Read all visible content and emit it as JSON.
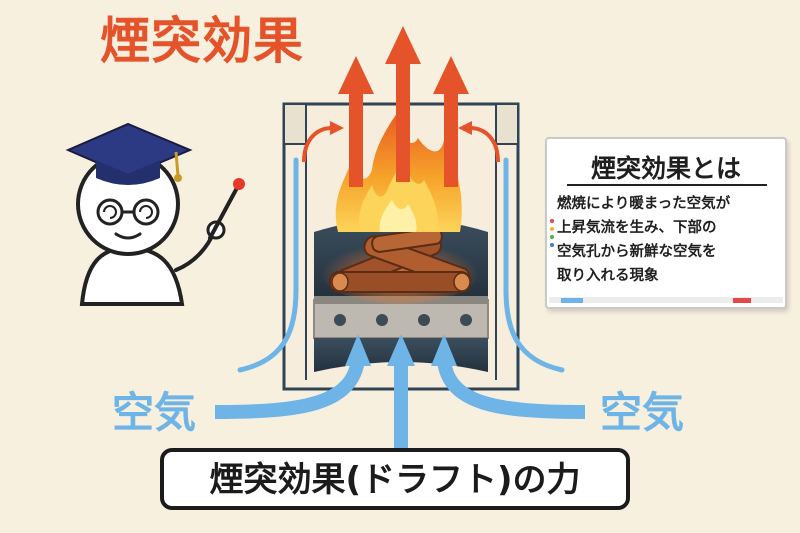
{
  "title": "煙突効果",
  "air_label_left": "空気",
  "air_label_right": "空気",
  "caption": "煙突効果(ドラフト)の力",
  "whiteboard": {
    "title": "煙突効果とは",
    "lines": [
      "燃焼により暖まった空気が",
      "上昇気流を生み、下部の",
      "空気孔から新鮮な空気を",
      "取り入れる現象"
    ]
  },
  "colors": {
    "title": "#e5532a",
    "hot_air": "#e5532a",
    "cold_air": "#6fb4e6",
    "flame_outer": "#f39a1e",
    "flame_inner": "#fcd45a",
    "stove_body": "#3e5566",
    "log": "#a0522d",
    "background": "#f8f0df"
  },
  "icons": {
    "teacher": "graduation-cap-teacher-icon",
    "pointer": "pointer-stick-icon",
    "fire": "fire-icon"
  }
}
